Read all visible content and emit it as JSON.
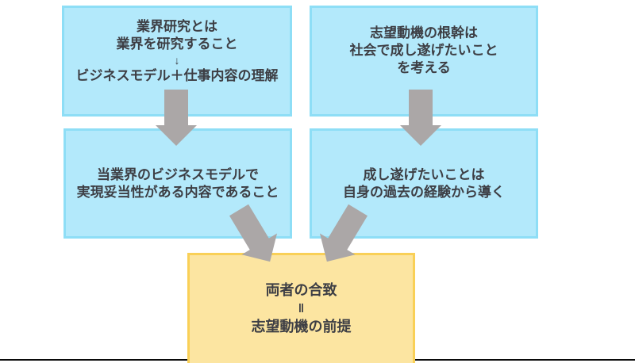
{
  "boxes": {
    "top_left": {
      "lines": [
        "業界研究とは",
        "業界を研究すること",
        "↓",
        "ビジネスモデル＋仕事内容の理解"
      ]
    },
    "top_right": {
      "lines": [
        "志望動機の根幹は",
        "社会で成し遂げたいこと",
        "を考える"
      ]
    },
    "mid_left": {
      "lines": [
        "当業界のビジネスモデルで",
        "実現妥当性がある内容であること"
      ]
    },
    "mid_right": {
      "lines": [
        "成し遂げたいことは",
        "自身の過去の経験から導く"
      ]
    },
    "conclusion": {
      "lines": [
        "両者の合致",
        "‖",
        "志望動機の前提"
      ]
    }
  },
  "colors": {
    "blue_box_fill": "#b3e9fb",
    "blue_box_border": "#8edef6",
    "yellow_box_fill": "#fce5a1",
    "yellow_box_border": "#f9d057",
    "arrow_gray": "#aba7a7",
    "text": "#3d3e44",
    "bottom_line": "#0a0a0a"
  }
}
